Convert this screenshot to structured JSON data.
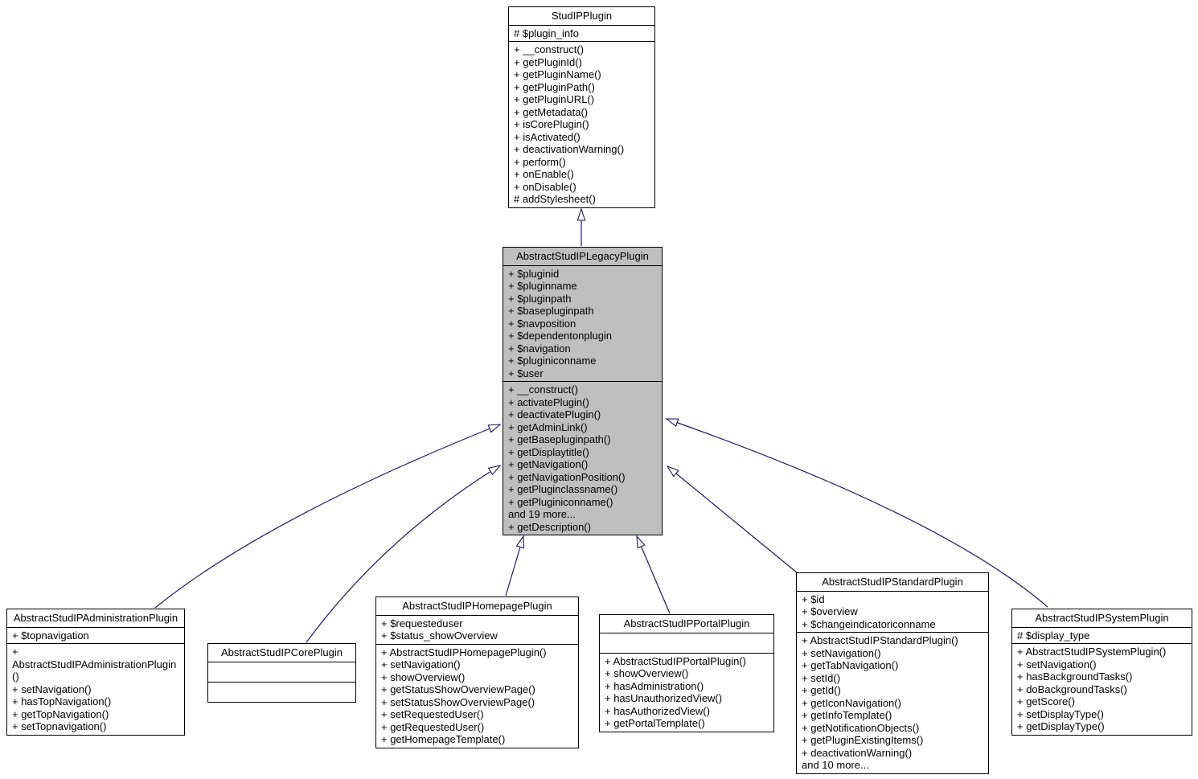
{
  "diagram": {
    "type": "uml-class-inheritance",
    "edge_color": "#191970",
    "highlight_fill": "#bfbfbf",
    "classes": [
      {
        "id": "studip",
        "name": "StudIPPlugin",
        "attributes": [
          "# $plugin_info"
        ],
        "methods": [
          "+ __construct()",
          "+ getPluginId()",
          "+ getPluginName()",
          "+ getPluginPath()",
          "+ getPluginURL()",
          "+ getMetadata()",
          "+ isCorePlugin()",
          "+ isActivated()",
          "+ deactivationWarning()",
          "+ perform()",
          "+ onEnable()",
          "+ onDisable()",
          "# addStylesheet()"
        ]
      },
      {
        "id": "legacy",
        "name": "AbstractStudIPLegacyPlugin",
        "attributes": [
          "+ $pluginid",
          "+ $pluginname",
          "+ $pluginpath",
          "+ $basepluginpath",
          "+ $navposition",
          "+ $dependentonplugin",
          "+ $navigation",
          "+ $pluginiconname",
          "+ $user"
        ],
        "methods": [
          "+ __construct()",
          "+ activatePlugin()",
          "+ deactivatePlugin()",
          "+ getAdminLink()",
          "+ getBasepluginpath()",
          "+ getDisplaytitle()",
          "+ getNavigation()",
          "+ getNavigationPosition()",
          "+ getPluginclassname()",
          "+ getPluginiconname()",
          "and 19 more...",
          "+ getDescription()"
        ]
      },
      {
        "id": "administration",
        "name": "AbstractStudIPAdministrationPlugin",
        "attributes": [
          "+ $topnavigation"
        ],
        "methods": [
          "+ AbstractStudIPAdministrationPlugin()",
          "+ setNavigation()",
          "+ hasTopNavigation()",
          "+ getTopNavigation()",
          "+ setTopnavigation()"
        ]
      },
      {
        "id": "core",
        "name": "AbstractStudIPCorePlugin",
        "attributes": [],
        "methods": []
      },
      {
        "id": "homepage",
        "name": "AbstractStudIPHomepagePlugin",
        "attributes": [
          "+ $requesteduser",
          "+ $status_showOverview"
        ],
        "methods": [
          "+ AbstractStudIPHomepagePlugin()",
          "+ setNavigation()",
          "+ showOverview()",
          "+ getStatusShowOverviewPage()",
          "+ setStatusShowOverviewPage()",
          "+ setRequestedUser()",
          "+ getRequestedUser()",
          "+ getHomepageTemplate()"
        ]
      },
      {
        "id": "portal",
        "name": "AbstractStudIPPortalPlugin",
        "attributes": [],
        "methods": [
          "+ AbstractStudIPPortalPlugin()",
          "+ showOverview()",
          "+ hasAdministration()",
          "+ hasUnauthorizedView()",
          "+ hasAuthorizedView()",
          "+ getPortalTemplate()"
        ]
      },
      {
        "id": "standard",
        "name": "AbstractStudIPStandardPlugin",
        "attributes": [
          "+ $id",
          "+ $overview",
          "+ $changeindicatoriconname"
        ],
        "methods": [
          "+ AbstractStudIPStandardPlugin()",
          "+ setNavigation()",
          "+ getTabNavigation()",
          "+ setId()",
          "+ getId()",
          "+ getIconNavigation()",
          "+ getInfoTemplate()",
          "+ getNotificationObjects()",
          "+ getPluginExistingItems()",
          "+ deactivationWarning()",
          "and 10 more..."
        ]
      },
      {
        "id": "system",
        "name": "AbstractStudIPSystemPlugin",
        "attributes": [
          "# $display_type"
        ],
        "methods": [
          "+ AbstractStudIPSystemPlugin()",
          "+ setNavigation()",
          "+ hasBackgroundTasks()",
          "+ doBackgroundTasks()",
          "+ getScore()",
          "+ setDisplayType()",
          "+ getDisplayType()"
        ]
      }
    ],
    "inheritance": [
      {
        "child": "AbstractStudIPLegacyPlugin",
        "parent": "StudIPPlugin"
      },
      {
        "child": "AbstractStudIPAdministrationPlugin",
        "parent": "AbstractStudIPLegacyPlugin"
      },
      {
        "child": "AbstractStudIPCorePlugin",
        "parent": "AbstractStudIPLegacyPlugin"
      },
      {
        "child": "AbstractStudIPHomepagePlugin",
        "parent": "AbstractStudIPLegacyPlugin"
      },
      {
        "child": "AbstractStudIPPortalPlugin",
        "parent": "AbstractStudIPLegacyPlugin"
      },
      {
        "child": "AbstractStudIPStandardPlugin",
        "parent": "AbstractStudIPLegacyPlugin"
      },
      {
        "child": "AbstractStudIPSystemPlugin",
        "parent": "AbstractStudIPLegacyPlugin"
      }
    ]
  }
}
